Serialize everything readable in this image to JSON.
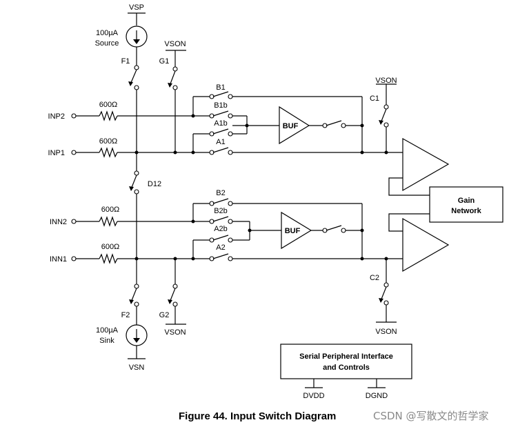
{
  "supplies": {
    "vsp": "VSP",
    "vsn": "VSN",
    "vson_g1": "VSON",
    "vson_c1": "VSON",
    "vson_g2": "VSON",
    "vson_c2": "VSON",
    "dvdd": "DVDD",
    "dgnd": "DGND"
  },
  "sources": {
    "top_value": "100µA",
    "top_type": "Source",
    "bottom_value": "100µA",
    "bottom_type": "Sink"
  },
  "inputs": {
    "inp2": "INP2",
    "inp1": "INP1",
    "inn2": "INN2",
    "inn1": "INN1"
  },
  "resistors": {
    "r_inp2": "600Ω",
    "r_inp1": "600Ω",
    "r_inn2": "600Ω",
    "r_inn1": "600Ω"
  },
  "switches": {
    "f1": "F1",
    "g1": "G1",
    "b1": "B1",
    "b1b": "B1b",
    "a1b": "A1b",
    "a1": "A1",
    "c1": "C1",
    "d12": "D12",
    "b2": "B2",
    "b2b": "B2b",
    "a2b": "A2b",
    "a2": "A2",
    "f2": "F2",
    "g2": "G2",
    "c2": "C2"
  },
  "blocks": {
    "buf_top": "BUF",
    "buf_bottom": "BUF",
    "gain_line1": "Gain",
    "gain_line2": "Network",
    "spi_line1": "Serial Peripheral Interface",
    "spi_line2": "and Controls"
  },
  "caption": "Figure 44.  Input Switch Diagram",
  "watermark": "CSDN @写散文的哲学家"
}
